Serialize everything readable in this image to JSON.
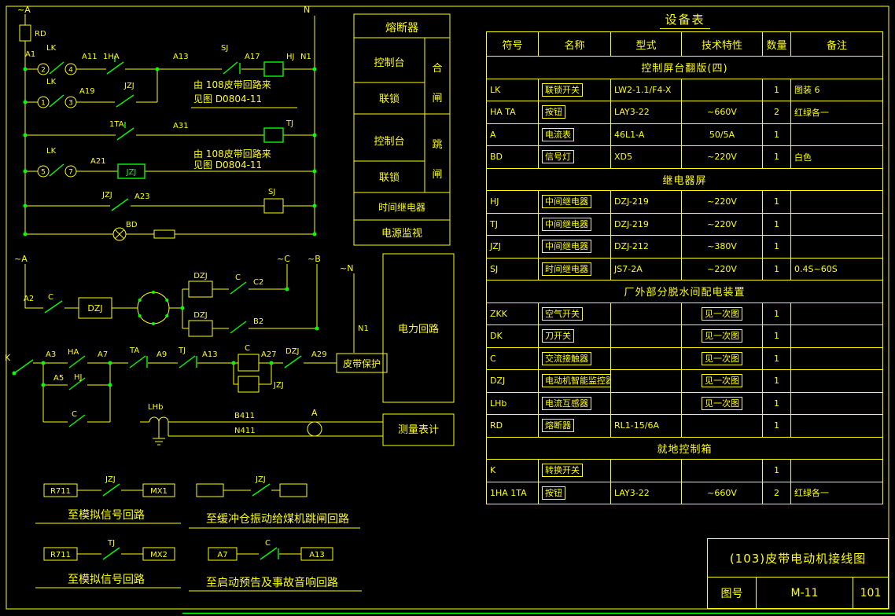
{
  "colors": {
    "bg": "#000000",
    "line": "#ffff00",
    "accent": "#00ff00"
  },
  "title_block": {
    "drawing_title": "(103)皮带电动机接线图",
    "drawing_no_label": "图号",
    "drawing_no": "M-11",
    "sheet_no": "101"
  },
  "legend": {
    "title": "熔断器",
    "console": "控制台",
    "interlock": "联锁",
    "close_char1": "合",
    "close_char2": "闸",
    "trip_char1": "跳",
    "trip_char2": "闸",
    "time_relay": "时间继电器",
    "power_monitor": "电源监视"
  },
  "equipment_table": {
    "title": "设备表",
    "headers": [
      "符号",
      "名称",
      "型式",
      "技术特性",
      "数量",
      "备注"
    ],
    "sections": [
      {
        "title": "控制屏台翻版(四)",
        "rows": [
          [
            "LK",
            "联锁开关",
            "LW2-1.1/F4-X",
            "",
            "1",
            "图装 6"
          ],
          [
            "HA TA",
            "按钮",
            "LAY3-22",
            "~660V",
            "2",
            "红绿各一"
          ],
          [
            "A",
            "电流表",
            "46L1-A",
            "50/5A",
            "1",
            ""
          ],
          [
            "BD",
            "信号灯",
            "XD5",
            "~220V",
            "1",
            "白色"
          ]
        ]
      },
      {
        "title": "继电器屏",
        "rows": [
          [
            "HJ",
            "中间继电器",
            "DZJ-219",
            "~220V",
            "1",
            ""
          ],
          [
            "TJ",
            "中间继电器",
            "DZJ-219",
            "~220V",
            "1",
            ""
          ],
          [
            "JZJ",
            "中间继电器",
            "DZJ-212",
            "~380V",
            "1",
            ""
          ],
          [
            "SJ",
            "时间继电器",
            "JS7-2A",
            "~220V",
            "1",
            "0.4S~60S"
          ]
        ]
      },
      {
        "title": "厂外部分脱水间配电装置",
        "rows": [
          [
            "ZKK",
            "空气开关",
            "",
            "见一次图",
            "1",
            ""
          ],
          [
            "DK",
            "刀开关",
            "",
            "见一次图",
            "1",
            ""
          ],
          [
            "C",
            "交流接触器",
            "",
            "见一次图",
            "1",
            ""
          ],
          [
            "DZJ",
            "电动机智能监控器",
            "",
            "见一次图",
            "1",
            ""
          ],
          [
            "LHb",
            "电流互感器",
            "",
            "见一次图",
            "1",
            ""
          ],
          [
            "RD",
            "熔断器",
            "RL1-15/6A",
            "",
            "1",
            ""
          ]
        ]
      },
      {
        "title": "就地控制箱",
        "rows": [
          [
            "K",
            "转换开关",
            "",
            "",
            "1",
            ""
          ],
          [
            "1HA 1TA",
            "按钮",
            "LAY3-22",
            "~660V",
            "2",
            "红绿各一"
          ]
        ]
      }
    ]
  },
  "schematic": {
    "phase_a": "~A",
    "phase_b": "~B",
    "phase_c": "~C",
    "phase_n": "~N",
    "neutral": "N",
    "n1": "N1",
    "rd": "RD",
    "lk": "LK",
    "jzj": "JZJ",
    "sj": "SJ",
    "hj": "HJ",
    "tj": "TJ",
    "dzj": "DZJ",
    "ha": "HA",
    "ta": "TA",
    "ha1": "1HA",
    "ta1": "1TA",
    "bd": "BD",
    "k": "K",
    "c": "C",
    "a": "A",
    "a1": "A1",
    "a2": "A2",
    "a3": "A3",
    "a5": "A5",
    "a7": "A7",
    "a9": "A9",
    "a11": "A11",
    "a13": "A13",
    "a17": "A17",
    "a19": "A19",
    "a21": "A21",
    "a23": "A23",
    "a27": "A27",
    "a29": "A29",
    "a31": "A31",
    "t1": "1",
    "t2": "2",
    "t3": "3",
    "t4": "4",
    "t5": "5",
    "t7": "7",
    "c2": "C2",
    "b2": "B2",
    "b411": "B411",
    "n411": "N411",
    "lhb": "LHb",
    "from_108": "由 108皮带回路来",
    "see_fig": "见图  D0804-11",
    "r711": "R711",
    "mx1": "MX1",
    "mx2": "MX2",
    "to_analog": "至模拟信号回路",
    "to_buffer_trip": "至缓冲仓振动给煤机跳闸回路",
    "to_start_alarm": "至启动预告及事故音响回路",
    "power_circuit": "电力回路",
    "belt_protection": "皮带保护",
    "metering": "测量表计"
  }
}
